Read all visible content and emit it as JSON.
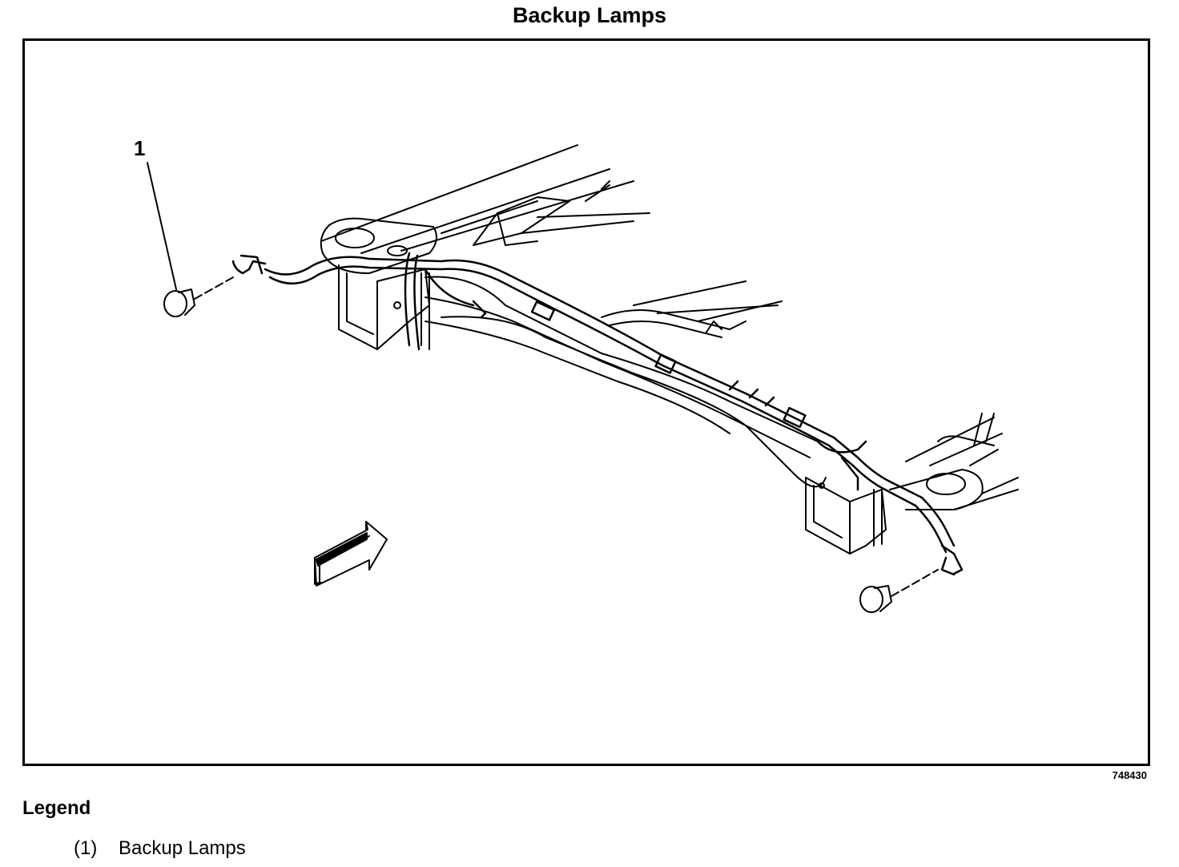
{
  "title": "Backup Lamps",
  "figure_id": "748430",
  "callouts": [
    {
      "label": "1",
      "target": "backup-lamp-left"
    }
  ],
  "legend": {
    "title": "Legend",
    "items": [
      {
        "number": "(1)",
        "label": "Backup Lamps"
      }
    ]
  }
}
